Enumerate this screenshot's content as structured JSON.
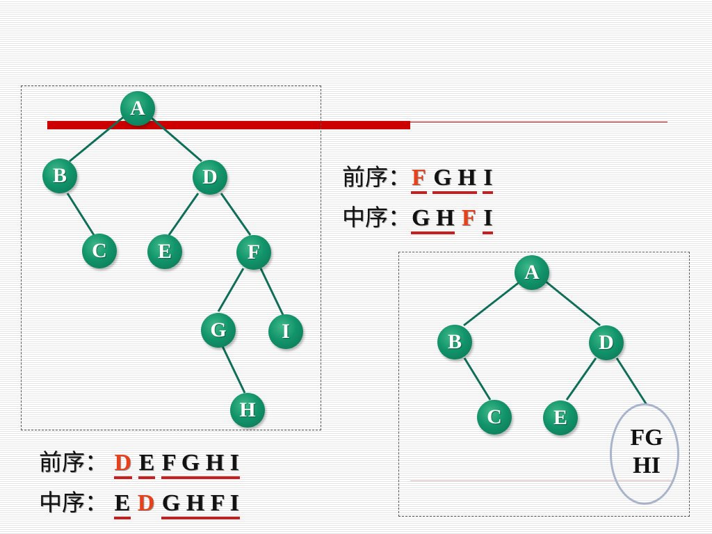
{
  "left_tree": {
    "nodes": {
      "A": "A",
      "B": "B",
      "C": "C",
      "D": "D",
      "E": "E",
      "F": "F",
      "G": "G",
      "H": "H",
      "I": "I"
    },
    "preorder": {
      "label": "前序：",
      "parts": [
        "D",
        "E",
        "F G H I"
      ]
    },
    "inorder": {
      "label": "中序：",
      "parts": [
        "E",
        "D",
        "G H F I"
      ]
    }
  },
  "sub_sequence": {
    "preorder": {
      "label": "前序：",
      "parts": [
        "F",
        "G H",
        "I"
      ]
    },
    "inorder": {
      "label": "中序：",
      "parts": [
        "G H",
        "F",
        "I"
      ]
    }
  },
  "right_tree": {
    "nodes": {
      "A": "A",
      "B": "B",
      "C": "C",
      "D": "D",
      "E": "E"
    },
    "subtree_lines": [
      "FG",
      "HI"
    ]
  },
  "colors": {
    "node_fill": "#12946a",
    "highlight_red": "#e8401a",
    "underline_red": "#c81e1e",
    "title_bar": "#cc0000"
  }
}
